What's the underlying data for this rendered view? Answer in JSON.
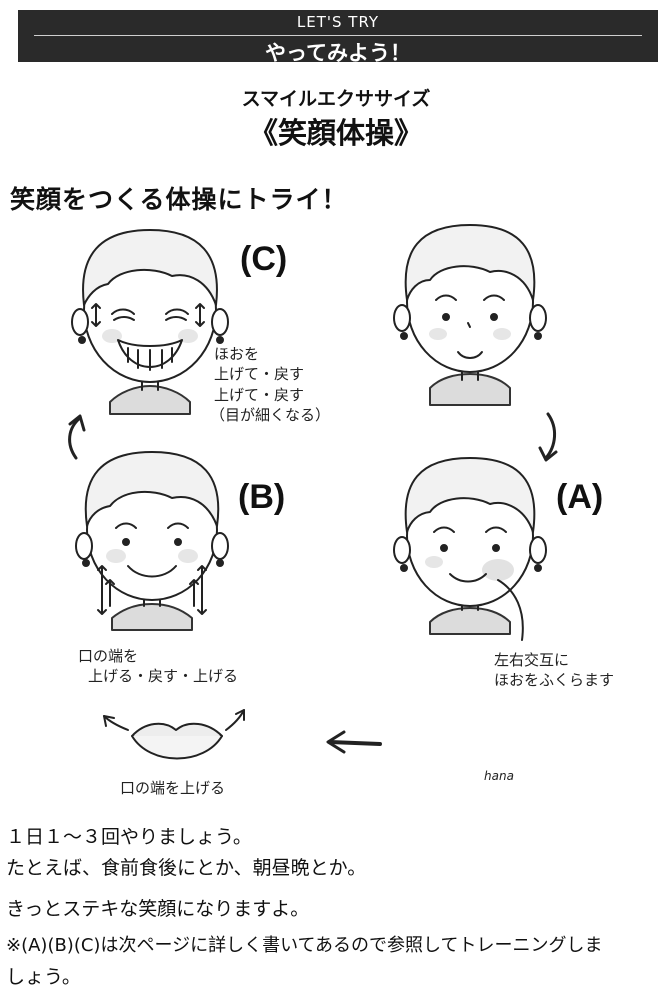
{
  "banner": {
    "kicker": "LET'S TRY",
    "title": "やってみよう！"
  },
  "header": {
    "subtitle": "スマイルエクササイズ",
    "title": "《笑顔体操》"
  },
  "heading": "笑顔をつくる体操にトライ！",
  "steps": {
    "c": {
      "label": "(C)",
      "note_1": "ほおを",
      "note_2": "上げて・戻す",
      "note_3": "上げて・戻す",
      "note_4": "（目が細くなる）"
    },
    "b": {
      "label": "(B)",
      "note_1": "口の端を",
      "note_2": "上げる・戻す・上げる"
    },
    "a": {
      "label": "(A)",
      "note_1": "左右交互に",
      "note_2": "ほおをふくらます"
    }
  },
  "lips_caption": "口の端を上げる",
  "signature": "hana",
  "body_lines": [
    "１日１〜３回やりましょう。",
    "たとえば、食前食後にとか、朝昼晩とか。",
    "きっとステキな笑顔になりますよ。",
    "※(A)(B)(C)は次ページに詳しく書いてあるので参照してトレーニングしま",
    "しょう。"
  ]
}
